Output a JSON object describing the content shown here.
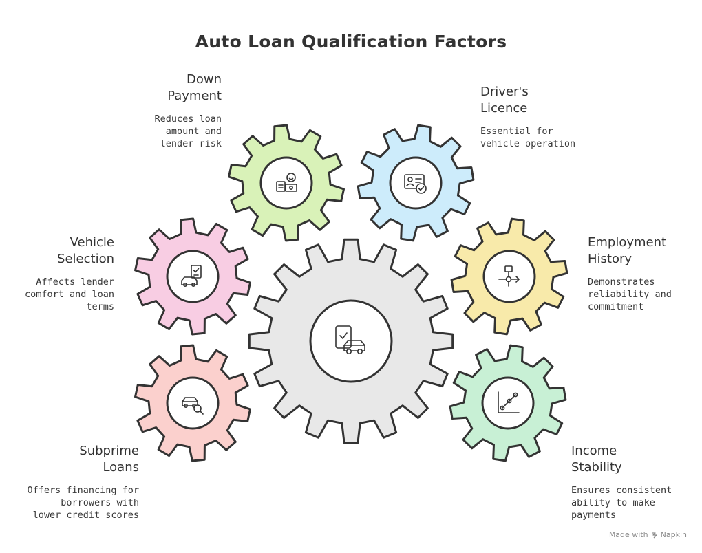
{
  "title": "Auto Loan Qualification Factors",
  "center_gear": {
    "icon": "loan-approval-car-icon",
    "fill": "#e8e8e8"
  },
  "gears": [
    {
      "id": "down-payment",
      "title": "Down\nPayment",
      "description": "Reduces loan\namount and\nlender risk",
      "icon": "money-smile-icon",
      "fill": "#d9f2b8"
    },
    {
      "id": "drivers-licence",
      "title": "Driver's\nLicence",
      "description": "Essential for\nvehicle operation",
      "icon": "id-card-check-icon",
      "fill": "#cdecfb"
    },
    {
      "id": "vehicle-selection",
      "title": "Vehicle\nSelection",
      "description": "Affects lender\ncomfort and loan\nterms",
      "icon": "car-checklist-icon",
      "fill": "#f8cde3"
    },
    {
      "id": "employment-history",
      "title": "Employment\nHistory",
      "description": "Demonstrates\nreliability and\ncommitment",
      "icon": "workflow-icon",
      "fill": "#f8eaaa"
    },
    {
      "id": "subprime-loans",
      "title": "Subprime\nLoans",
      "description": "Offers financing for\nborrowers with\nlower credit scores",
      "icon": "car-search-icon",
      "fill": "#fbd0cd"
    },
    {
      "id": "income-stability",
      "title": "Income\nStability",
      "description": "Ensures consistent\nability to make\npayments",
      "icon": "growth-chart-icon",
      "fill": "#c8f0d5"
    }
  ],
  "credit": {
    "prefix": "Made with",
    "brand": "Napkin",
    "icon": "napkin-logo-icon"
  }
}
